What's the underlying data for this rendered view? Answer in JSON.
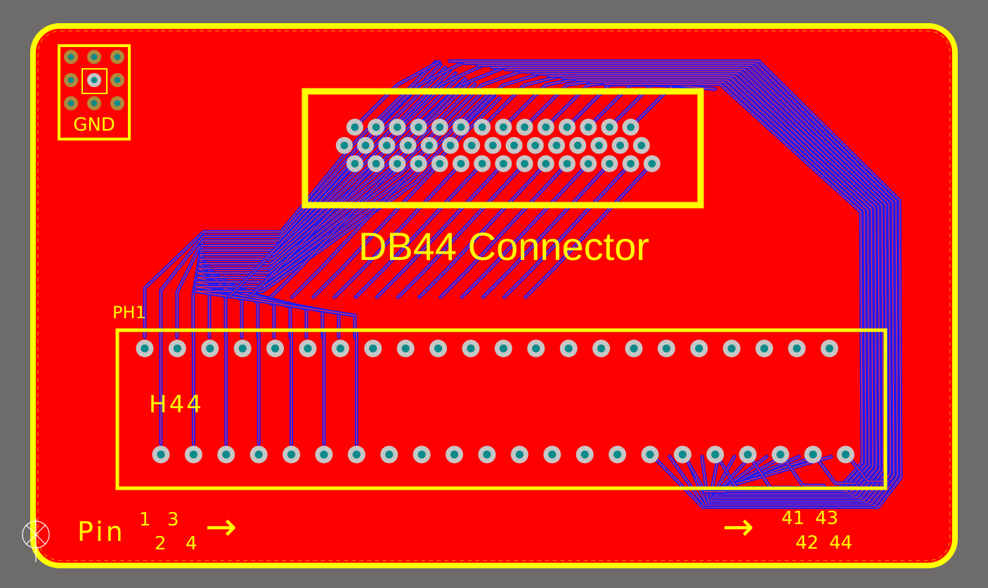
{
  "colors": {
    "background": "#6e6b6b",
    "board": "#ff0000",
    "silkscreen": "#ffff00",
    "trace": "#1a1aff",
    "pad_ring": "#c6c6c6",
    "pad_hole": "#0f8a8a",
    "pad_ring_gnd": "#b08a3c"
  },
  "icons": {
    "origin_marker": "origin-crosshair-icon"
  },
  "labels": {
    "gnd": "GND",
    "connector_title": "DB44 Connector",
    "ph1": "PH1",
    "h44": "H44",
    "pin_word": "Pin",
    "pin_1": "1",
    "pin_3": "3",
    "pin_2": "2",
    "pin_4": "4",
    "pin_41": "41",
    "pin_43": "43",
    "pin_42": "42",
    "pin_44": "44",
    "arrow_left": "→",
    "arrow_right": "→"
  },
  "components": {
    "db44": {
      "row_counts": [
        14,
        15,
        15
      ]
    },
    "header": {
      "top_count": 22,
      "bottom_count": 22
    },
    "gnd_block": {
      "rows": 3,
      "cols": 3
    }
  }
}
